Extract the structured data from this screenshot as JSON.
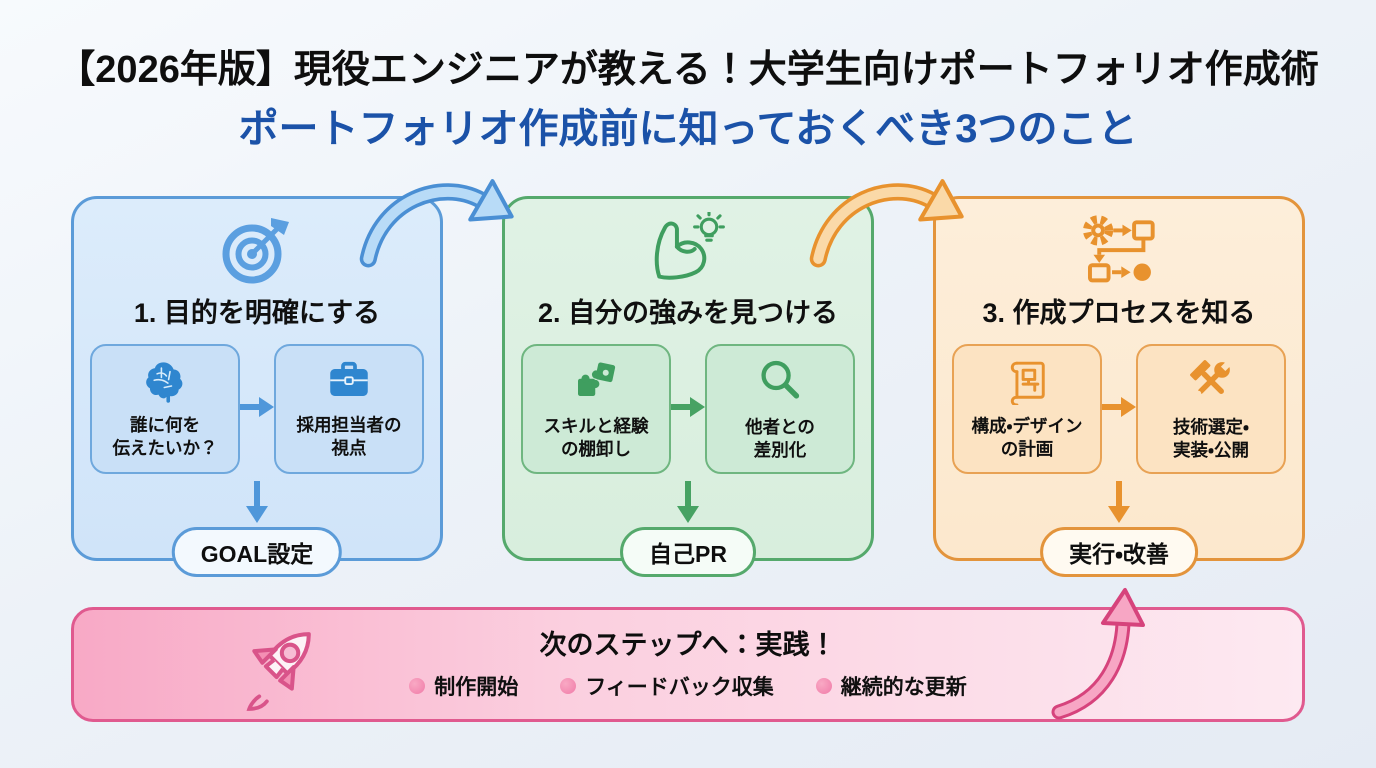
{
  "header": {
    "title": "【2026年版】現役エンジニアが教える！大学生向けポートフォリオ作成術",
    "subtitle": "ポートフォリオ作成前に知っておくべき3つのこと",
    "title_color": "#0e0e0e",
    "subtitle_color": "#1b52a8"
  },
  "cards": [
    {
      "title": "1. 目的を明確にする",
      "icon": "target-icon",
      "accent": "#4f97da",
      "background": "#d6e8fa",
      "boxes": [
        {
          "icon": "brain-icon",
          "line1": "誰に何を",
          "line2": "伝えたいか？"
        },
        {
          "icon": "briefcase-icon",
          "line1": "採用担当者の",
          "line2": "視点"
        }
      ],
      "result": "GOAL設定"
    },
    {
      "title": "2. 自分の強みを見つける",
      "icon": "strength-lightbulb-icon",
      "accent": "#47a263",
      "background": "#ddf0e2",
      "boxes": [
        {
          "icon": "puzzle-icon",
          "line1": "スキルと経験",
          "line2": "の棚卸し"
        },
        {
          "icon": "magnifier-icon",
          "line1": "他者との",
          "line2": "差別化"
        }
      ],
      "result": "自己PR"
    },
    {
      "title": "3. 作成プロセスを知る",
      "icon": "process-flow-icon",
      "accent": "#e8922e",
      "background": "#fdeeda",
      "boxes": [
        {
          "icon": "blueprint-icon",
          "line1": "構成・デザイン",
          "line2": "の計画"
        },
        {
          "icon": "tools-icon",
          "line1": "技術選定・",
          "line2": "実装・公開"
        }
      ],
      "result": "実行・改善"
    }
  ],
  "connectors": [
    {
      "icon": "curved-arrow-icon",
      "from": "card-1",
      "to": "card-2",
      "color": "#4a8fd4"
    },
    {
      "icon": "curved-arrow-icon",
      "from": "card-2",
      "to": "card-3",
      "color": "#e8922e"
    }
  ],
  "footer": {
    "icon": "rocket-icon",
    "title": "次のステップへ：実践！",
    "bullets": [
      "制作開始",
      "フィードバック収集",
      "継続的な更新"
    ],
    "arrow_icon": "curved-up-arrow-icon",
    "border_color": "#e05a8f",
    "bullet_color": "#f48fb4"
  }
}
